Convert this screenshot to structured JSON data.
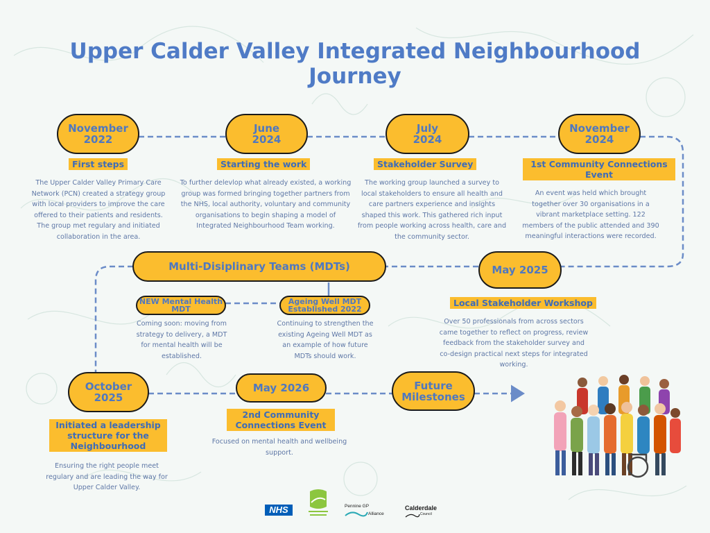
{
  "title": "Upper Calder Valley Integrated Neighbourhood Journey",
  "milestones": [
    {
      "date_line1": "November",
      "date_line2": "2022",
      "heading": "First steps",
      "text": "The Upper Calder Valley Primary Care Network (PCN) created a strategy group with local providers to improve the care offered to their patients and residents. The group met regulary and initiated collaboration in the area."
    },
    {
      "date_line1": "June",
      "date_line2": "2024",
      "heading": "Starting the work",
      "text": "To further delevlop what already existed, a working group was formed bringing together partners from the NHS, local authority, voluntary and community organisations to begin shaping a model of Integrated Neighbourhood Team working."
    },
    {
      "date_line1": "July",
      "date_line2": "2024",
      "heading": "Stakeholder Survey",
      "text": "The working group launched a survey to local stakeholders to ensure all health and care partners experience and insights shaped this work. This gathered rich input from people working across health, care and the community sector."
    },
    {
      "date_line1": "November",
      "date_line2": "2024",
      "heading": "1st Community Connections Event",
      "text": "An event was held which brought together over 30 organisations in a vibrant marketplace setting. 122 members of the public attended and 390 meaningful interactions were recorded."
    },
    {
      "date_line1": "May 2025",
      "heading": "Local Stakeholder Workshop",
      "text": "Over 50 professionals from across sectors came together to reflect on progress, review feedback from the stakeholder survey and co-design practical next steps for integrated working."
    },
    {
      "date_line1": "October",
      "date_line2": "2025",
      "heading": "Initiated a leadership structure for the Neighbourhood",
      "text": "Ensuring the right people meet regulary and are leading the way for Upper Calder Valley."
    },
    {
      "date_line1": "May 2026",
      "heading": "2nd Community Connections Event",
      "text": "Focused on mental health and wellbeing support."
    }
  ],
  "future": {
    "line1": "Future",
    "line2": "Milestones"
  },
  "mdt": {
    "title": "Multi-Disiplinary Teams (MDTs)",
    "mental_health": {
      "label_line1": "NEW Mental",
      "label_line2": "Health MDT",
      "text": "Coming soon: moving from strategy to delivery, a MDT for mental health will be established."
    },
    "ageing_well": {
      "label_line1": "Ageing Well MDT",
      "label_line2": "Established 2022",
      "text": "Continuing to strengthen the existing Ageing Well MDT as an example of how future MDTs should work."
    }
  },
  "logos": {
    "nhs": "NHS",
    "pennine_line1": "Pennine GP",
    "pennine_line2": "Alliance",
    "calderdale_line1": "Calderdale",
    "calderdale_line2": "Council"
  },
  "colors": {
    "title": "#4f7bc6",
    "pill_fill": "#fbbd2e",
    "pill_text": "#4f78c0",
    "connector": "#6b8cc8",
    "body_text": "#5e77a6"
  },
  "icons": [
    "people-group-illustration",
    "nhs-logo",
    "upper-calder-valley-pcn-logo",
    "pennine-gp-alliance-logo",
    "calderdale-council-logo"
  ]
}
